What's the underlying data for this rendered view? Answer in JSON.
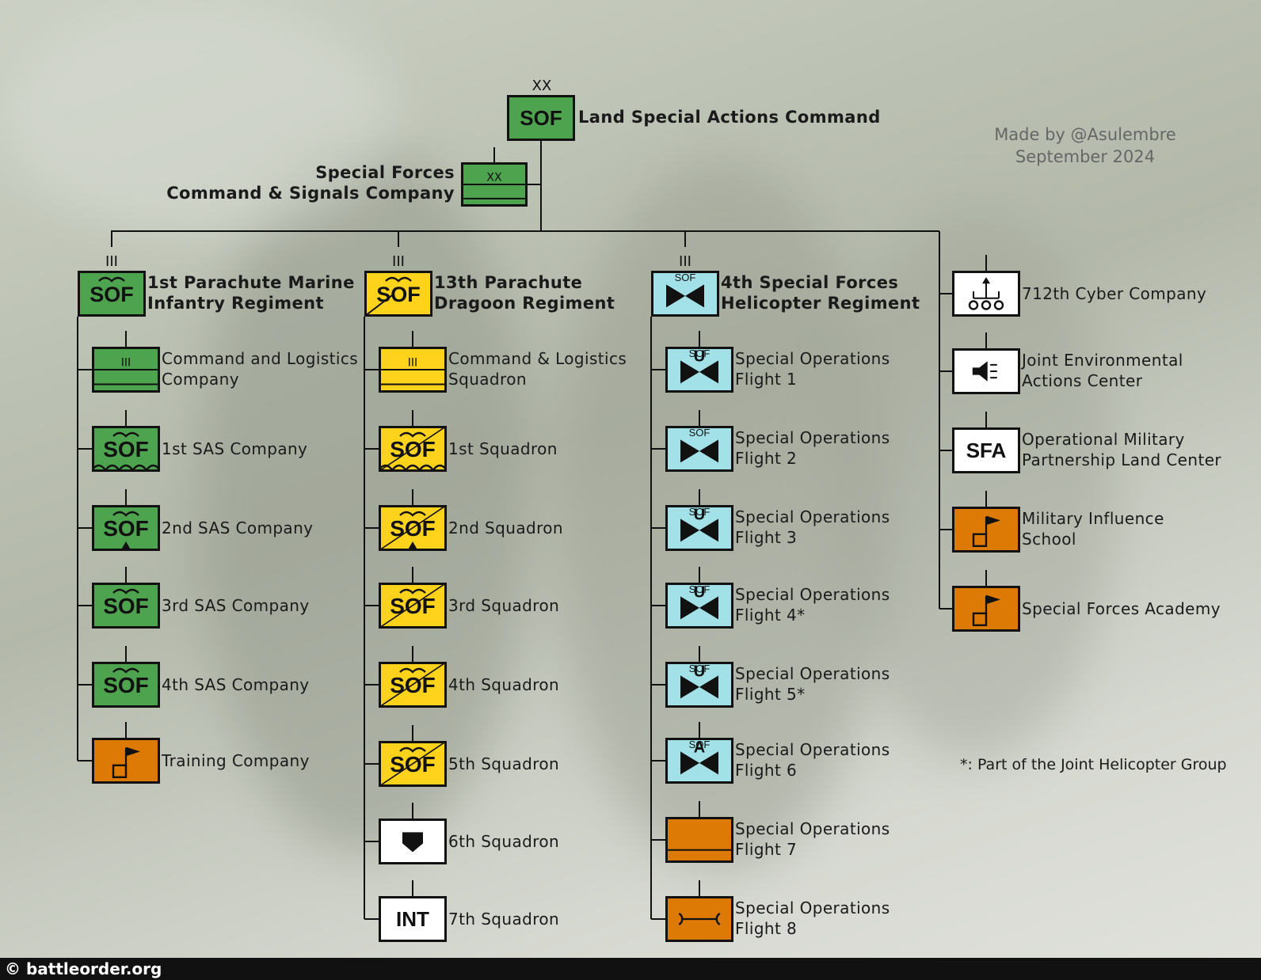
{
  "hq": {
    "echelon": "XX",
    "sym": "SOF",
    "label": "Land Special Actions Command"
  },
  "hq_company": {
    "echelon": "XX",
    "label_line1": "Special Forces",
    "label_line2": "Command & Signals Company"
  },
  "credit": {
    "line1": "Made by @Asulembre",
    "line2": "September 2024"
  },
  "note": "*: Part of the Joint Helicopter Group",
  "footer": "© battleorder.org",
  "colors": {
    "green": "#4ea34f",
    "yellow": "#ffd21c",
    "cyan": "#a3e1e8",
    "orange": "#dd7a05",
    "white": "#ffffff"
  },
  "columns": [
    {
      "echelon": "III",
      "sym": "SOF",
      "color": "green",
      "line1": "1st Parachute Marine",
      "line2": "Infantry Regiment",
      "units": [
        {
          "type": "hq",
          "echelon": "III",
          "line1": "Command and Logistics",
          "line2": "Company"
        },
        {
          "type": "sof",
          "mod": "wave",
          "line1": "1st SAS Company",
          "line2": ""
        },
        {
          "type": "sof",
          "mod": "tri",
          "line1": "2nd SAS Company",
          "line2": ""
        },
        {
          "type": "sof",
          "mod": "",
          "line1": "3rd SAS Company",
          "line2": ""
        },
        {
          "type": "sof",
          "mod": "",
          "line1": "4th SAS Company",
          "line2": ""
        },
        {
          "type": "flag",
          "color": "orange",
          "line1": "Training Company",
          "line2": ""
        }
      ]
    },
    {
      "echelon": "III",
      "sym": "SOF",
      "color": "yellow",
      "line1": "13th Parachute",
      "line2": "Dragoon Regiment",
      "units": [
        {
          "type": "hq",
          "echelon": "III",
          "line1": "Command & Logistics",
          "line2": "Squadron"
        },
        {
          "type": "sof",
          "mod": "wave",
          "line1": "1st Squadron",
          "line2": ""
        },
        {
          "type": "sof",
          "mod": "tri",
          "line1": "2nd Squadron",
          "line2": ""
        },
        {
          "type": "sof",
          "mod": "",
          "line1": "3rd Squadron",
          "line2": ""
        },
        {
          "type": "sof",
          "mod": "",
          "line1": "4th Squadron",
          "line2": ""
        },
        {
          "type": "sof",
          "mod": "",
          "line1": "5th Squadron",
          "line2": ""
        },
        {
          "type": "shield",
          "color": "white",
          "line1": "6th Squadron",
          "line2": ""
        },
        {
          "type": "text",
          "color": "white",
          "text": "INT",
          "line1": "7th Squadron",
          "line2": ""
        }
      ]
    },
    {
      "echelon": "III",
      "sym": "SOF",
      "color": "cyan",
      "line1": "4th Special Forces",
      "line2": "Helicopter Regiment",
      "units": [
        {
          "type": "heli",
          "letter": "U",
          "line1": "Special Operations",
          "line2": "Flight 1"
        },
        {
          "type": "heli",
          "letter": "",
          "line1": "Special Operations",
          "line2": "Flight 2"
        },
        {
          "type": "heli",
          "letter": "U",
          "line1": "Special Operations",
          "line2": "Flight 3"
        },
        {
          "type": "heli",
          "letter": "U",
          "line1": "Special Operations",
          "line2": "Flight 4*"
        },
        {
          "type": "heli",
          "letter": "U",
          "line1": "Special Operations",
          "line2": "Flight 5*"
        },
        {
          "type": "heli",
          "letter": "A",
          "line1": "Special Operations",
          "line2": "Flight 6"
        },
        {
          "type": "plain",
          "color": "orange",
          "line1": "Special Operations",
          "line2": "Flight 7"
        },
        {
          "type": "maint",
          "color": "orange",
          "line1": "Special Operations",
          "line2": "Flight 8"
        }
      ]
    },
    {
      "echelon": "",
      "sym": "",
      "color": "",
      "line1": "",
      "line2": "",
      "units": [
        {
          "type": "cyber",
          "color": "white",
          "line1": "712th Cyber Company",
          "line2": ""
        },
        {
          "type": "speaker",
          "color": "white",
          "line1": "Joint Environmental",
          "line2": "Actions Center"
        },
        {
          "type": "text",
          "color": "white",
          "text": "SFA",
          "line1": "Operational Military",
          "line2": "Partnership Land Center"
        },
        {
          "type": "flag",
          "color": "orange",
          "line1": "Military Influence",
          "line2": "School"
        },
        {
          "type": "flag",
          "color": "orange",
          "line1": "Special Forces Academy",
          "line2": ""
        }
      ]
    }
  ]
}
